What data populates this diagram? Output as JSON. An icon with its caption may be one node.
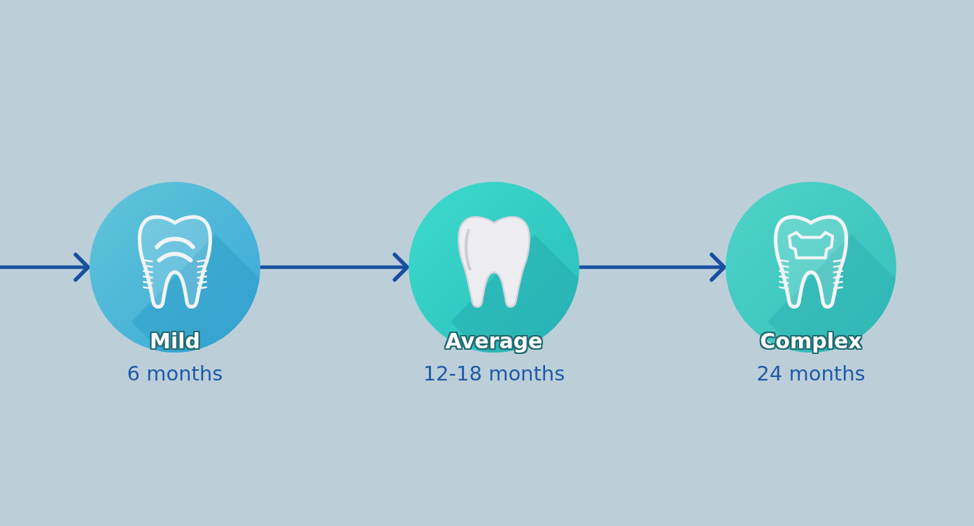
{
  "diagram": {
    "nodes": [
      {
        "text": [
          "Mild"
        ],
        "beside": [
          "6 months"
        ]
      },
      {
        "text": [
          "Average"
        ],
        "beside": [
          "12-18 months"
        ]
      },
      {
        "text": [
          "Complex"
        ],
        "beside": [
          "24 months"
        ]
      }
    ],
    "edges": [
      {
        "from": null,
        "to": 0,
        "arrow": "to"
      },
      {
        "from": 0,
        "to": 1,
        "arrow": "to"
      },
      {
        "from": 1,
        "to": 2,
        "arrow": "to"
      }
    ]
  }
}
